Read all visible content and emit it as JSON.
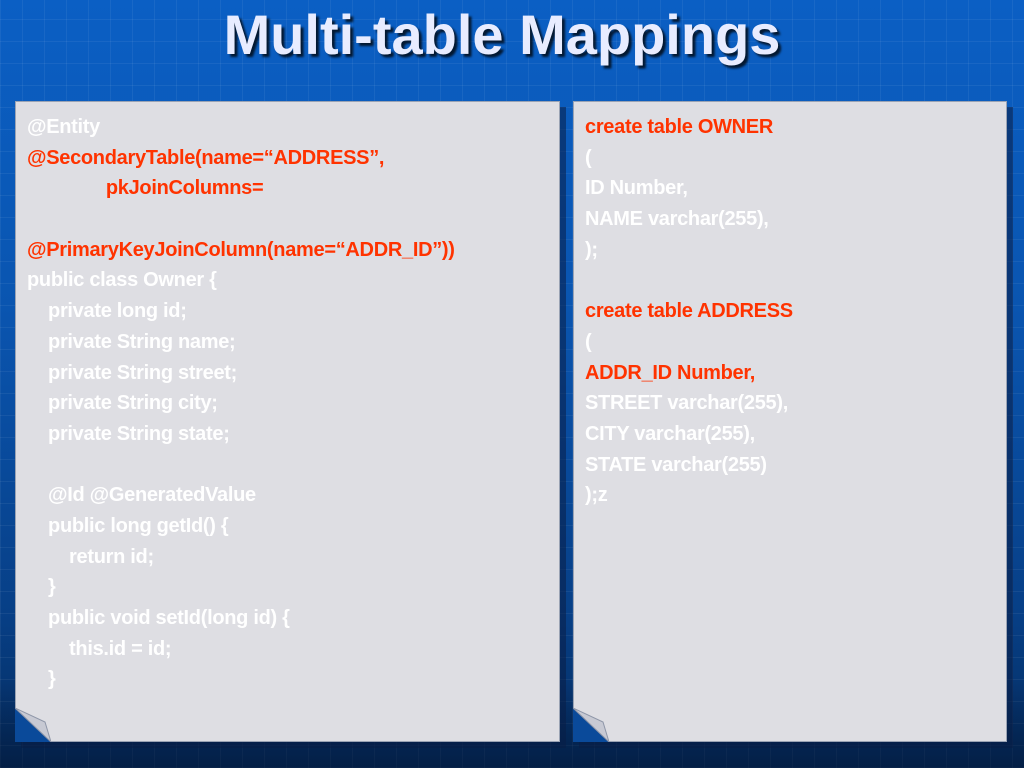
{
  "slide": {
    "title": "Multi-table Mappings"
  },
  "left_panel": {
    "lines": [
      {
        "text": "@Entity",
        "accent": false
      },
      {
        "text": "@SecondaryTable(name=“ADDRESS”,",
        "accent": true
      },
      {
        "text": "               pkJoinColumns=",
        "accent": true
      },
      {
        "text": "",
        "accent": false
      },
      {
        "text": "@PrimaryKeyJoinColumn(name=“ADDR_ID”))",
        "accent": true
      },
      {
        "text": "public class Owner {",
        "accent": false
      },
      {
        "text": "    private long id;",
        "accent": false
      },
      {
        "text": "    private String name;",
        "accent": false
      },
      {
        "text": "    private String street;",
        "accent": false
      },
      {
        "text": "    private String city;",
        "accent": false
      },
      {
        "text": "    private String state;",
        "accent": false
      },
      {
        "text": "",
        "accent": false
      },
      {
        "text": "    @Id @GeneratedValue",
        "accent": false
      },
      {
        "text": "    public long getId() {",
        "accent": false
      },
      {
        "text": "        return id;",
        "accent": false
      },
      {
        "text": "    }",
        "accent": false
      },
      {
        "text": "    public void setId(long id) {",
        "accent": false
      },
      {
        "text": "        this.id = id;",
        "accent": false
      },
      {
        "text": "    }",
        "accent": false
      }
    ]
  },
  "right_panel": {
    "lines": [
      {
        "text": "create table OWNER",
        "accent": true
      },
      {
        "text": "(",
        "accent": false
      },
      {
        "text": "ID Number,",
        "accent": false
      },
      {
        "text": "NAME varchar(255),",
        "accent": false
      },
      {
        "text": ");",
        "accent": false
      },
      {
        "text": "",
        "accent": false
      },
      {
        "text": "create table ADDRESS",
        "accent": true
      },
      {
        "text": "(",
        "accent": false
      },
      {
        "text": "ADDR_ID Number,",
        "accent": true
      },
      {
        "text": "STREET varchar(255),",
        "accent": false
      },
      {
        "text": "CITY varchar(255),",
        "accent": false
      },
      {
        "text": "STATE varchar(255)",
        "accent": false
      },
      {
        "text": ");z",
        "accent": false
      }
    ]
  },
  "colors": {
    "background": "#0a55b0",
    "panel": "#dedee3",
    "code_text": "#ffffff",
    "accent_text": "#ff3300",
    "title_text": "#e8ecff"
  }
}
